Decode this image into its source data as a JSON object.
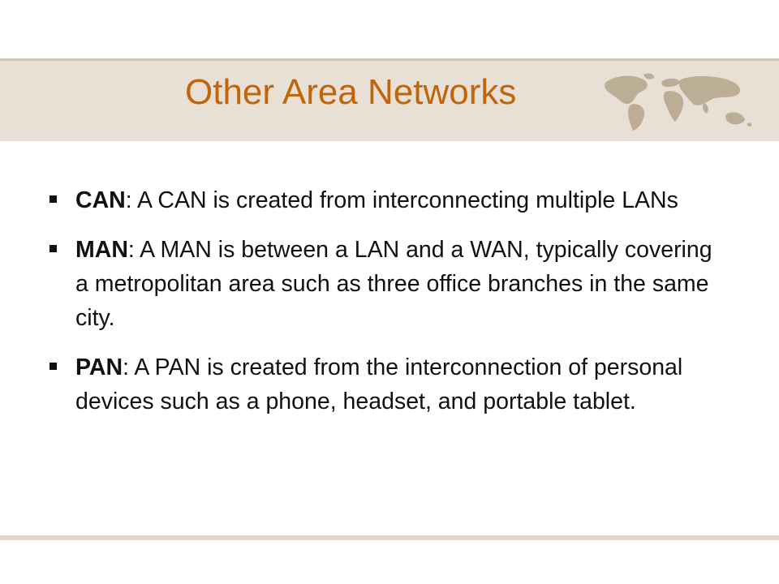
{
  "slide": {
    "title": "Other Area Networks",
    "decoration_icon": "world-map-icon",
    "colors": {
      "title": "#c0650a",
      "band": "#e8e0d4",
      "map": "#b8a98f",
      "text": "#111111"
    },
    "bullets": [
      {
        "term": "CAN",
        "text": ": A CAN is created from interconnecting multiple LANs"
      },
      {
        "term": "MAN",
        "text": ": A MAN is between a LAN and a WAN, typically covering a metropolitan area such as three office branches in the same city."
      },
      {
        "term": "PAN",
        "text": ":  A PAN is created from the interconnection of personal devices such as a phone, headset, and portable tablet."
      }
    ]
  }
}
